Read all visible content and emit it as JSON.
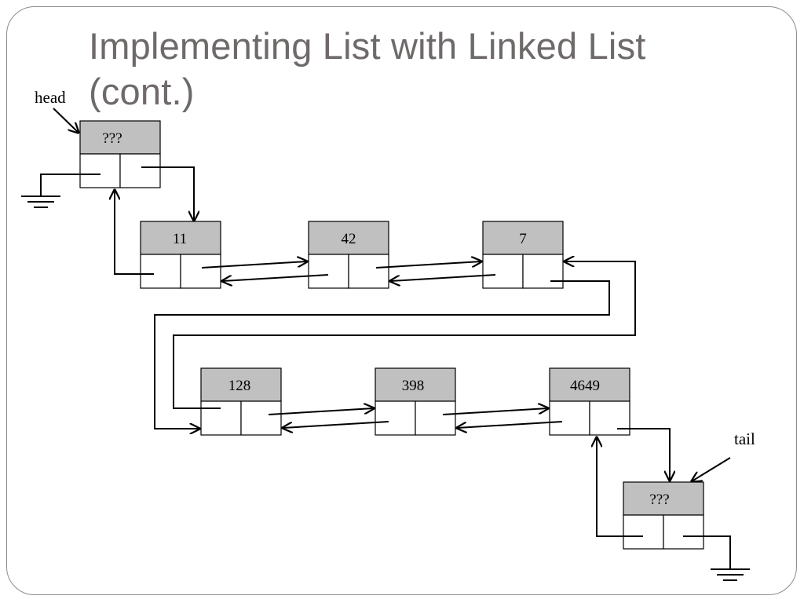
{
  "slide": {
    "title": "Implementing List with Linked List (cont.)"
  },
  "labels": {
    "head": "head",
    "tail": "tail"
  },
  "nodes": [
    {
      "id": "header",
      "value": "???"
    },
    {
      "id": "n1",
      "value": "11"
    },
    {
      "id": "n2",
      "value": "42"
    },
    {
      "id": "n3",
      "value": "7"
    },
    {
      "id": "n4",
      "value": "128"
    },
    {
      "id": "n5",
      "value": "398"
    },
    {
      "id": "n6",
      "value": "4649"
    },
    {
      "id": "trailer",
      "value": "???"
    }
  ]
}
